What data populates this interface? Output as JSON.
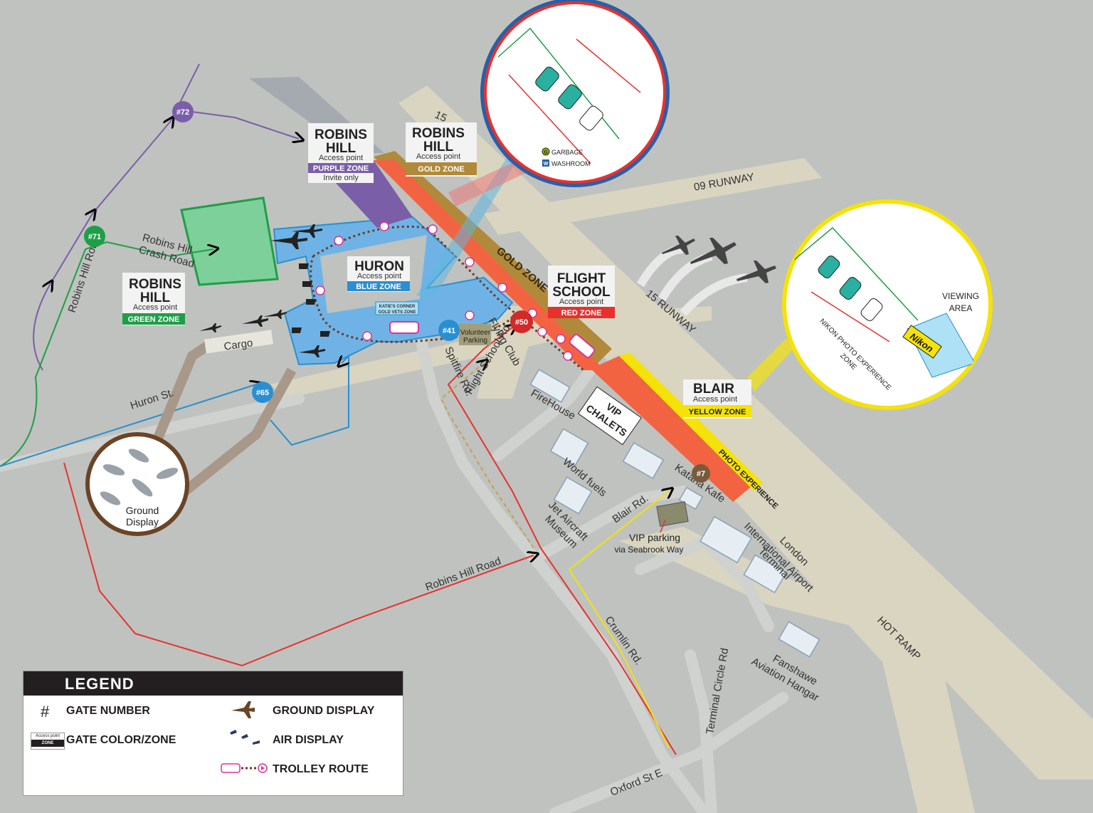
{
  "colors": {
    "purple": "#7b5ea8",
    "gold": "#b08a3a",
    "green": "#1f9e48",
    "blue": "#2a8fd1",
    "red": "#e8312d",
    "yellow": "#f4e20a",
    "brown": "#7a5a3a",
    "runway": "#d9d5c1",
    "apron_blue": "#6fb3e6",
    "trolley": "#f27ac4"
  },
  "gates": {
    "g72": "#72",
    "g71": "#71",
    "g65": "#65",
    "g41": "#41",
    "g50": "#50",
    "g7": "#7"
  },
  "zones": {
    "purple": {
      "line1": "ROBINS",
      "line2": "HILL",
      "access": "Access point",
      "zone": "PURPLE ZONE",
      "note": "Invite only"
    },
    "gold": {
      "line1": "ROBINS",
      "line2": "HILL",
      "access": "Access point",
      "zone": "GOLD ZONE"
    },
    "green": {
      "line1": "ROBINS",
      "line2": "HILL",
      "access": "Access point",
      "zone": "GREEN ZONE"
    },
    "blue": {
      "line1": "HURON",
      "access": "Access point",
      "zone": "BLUE ZONE"
    },
    "red": {
      "line1": "FLIGHT",
      "line2": "SCHOOL",
      "access": "Access point",
      "zone": "RED ZONE"
    },
    "yellow": {
      "line1": "BLAIR",
      "access": "Access point",
      "zone": "YELLOW ZONE"
    }
  },
  "labels": {
    "runway_09": "09 RUNWAY",
    "runway_15": "15 RUNWAY",
    "runway_15_end": "15",
    "gold_zone_strip": "GOLD ZONE",
    "photo_experience": "PHOTO EXPERIENCE",
    "robins_hill_road_left": "Robins Hill Road",
    "robins_hill_road_bottom": "Robins Hill Road",
    "crash_road_1": "Robins Hill",
    "crash_road_2": "Crash Road",
    "huron_st": "Huron St.",
    "cargo": "Cargo",
    "ground_display_1": "Ground",
    "ground_display_2": "Display",
    "firehouse": "FireHouse",
    "world_fuels": "World fuels",
    "jet_museum_1": "Jet Aircraft",
    "jet_museum_2": "Museum",
    "vip_chalets_1": "VIP",
    "vip_chalets_2": "CHALETS",
    "katana_kafe": "Katana Kafe",
    "blair_rd": "Blair Rd.",
    "vip_parking_1": "VIP parking",
    "vip_parking_2": "via Seabrook Way",
    "crumlin_rd": "Crumlin Rd.",
    "oxford_st": "Oxford St E",
    "terminal_circle": "Terminal Circle Rd",
    "airport_1": "London",
    "airport_2": "International Airport",
    "airport_3": "Terminal",
    "hot_ramp": "HOT RAMP",
    "fanshawe_1": "Fanshawe",
    "fanshawe_2": "Aviation Hangar",
    "volunteer_1": "Volunteer",
    "volunteer_2": "Parking",
    "spitfire_rd": "Spitfire Rd.",
    "flight_school_rd": "Flight School Rd.",
    "flying_club": "Flying Club",
    "katies_corner_1": "KATIE'S CORNER",
    "katies_corner_2": "GOLD VETS ZONE",
    "viewing_area_1": "VIEWING",
    "viewing_area_2": "AREA",
    "nikon_zone_1": "NIKON PHOTO EXPERIENCE",
    "nikon_zone_2": "ZONE",
    "nikon_brand": "Nikon",
    "garbage": "GARBAGE",
    "washroom": "WASHROOM",
    "garbage_mark": "G",
    "washroom_mark": "W"
  },
  "legend": {
    "title": "LEGEND",
    "hash": "#",
    "gate_number": "GATE NUMBER",
    "gate_zone": "GATE COLOR/ZONE",
    "ground_display": "GROUND DISPLAY",
    "air_display": "AIR DISPLAY",
    "trolley_route": "TROLLEY ROUTE",
    "swatch_line1": "Access point",
    "swatch_line2": "ZONE"
  }
}
